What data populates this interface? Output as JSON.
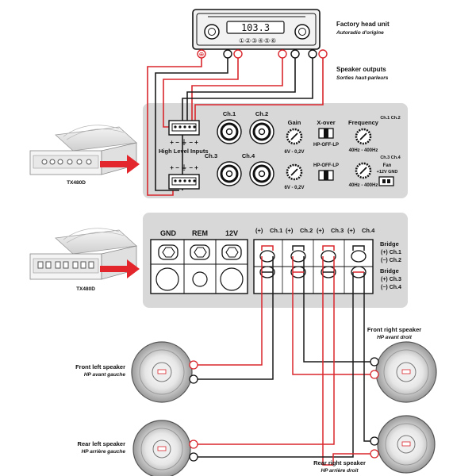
{
  "head_unit": {
    "title": "Factory head unit",
    "subtitle": "Autoradio d'origine",
    "display": "103.3",
    "presets": [
      "①",
      "②",
      "③",
      "④",
      "⑤",
      "⑥"
    ]
  },
  "speaker_outputs": {
    "title": "Speaker outputs",
    "subtitle": "Sorties haut-parleurs"
  },
  "amp_model": "TX480D",
  "top_panel": {
    "high_level_inputs": "High Level Inputs",
    "polarity": "+ − ⏚ − +",
    "ch1": "Ch.1",
    "ch2": "Ch.2",
    "ch3": "Ch.3",
    "ch4": "Ch.4",
    "gain": "Gain",
    "gain_range_1": "6V - 0,2V",
    "gain_range_2": "6V - 0,2V",
    "xover": "X-over",
    "xover_modes_1": "HP-OFF-LP",
    "xover_modes_2": "HP-OFF-LP",
    "frequency": "Frequency",
    "freq_range_1": "40Hz - 400Hz",
    "freq_range_2": "40Hz - 400Hz",
    "group_12": "Ch.1 Ch.2",
    "group_34": "Ch.3 Ch.4",
    "fan": "Fan",
    "fan_spec": "+12V  GND"
  },
  "bottom_panel": {
    "gnd": "GND",
    "rem": "REM",
    "v12": "12V",
    "plus": "(+)",
    "minus": "(−)",
    "ch1": "Ch.1",
    "ch2": "Ch.2",
    "ch3": "Ch.3",
    "ch4": "Ch.4",
    "bridge": "Bridge",
    "bridge1_plus": "(+) Ch.1",
    "bridge1_minus": "(−) Ch.2",
    "bridge2_plus": "(+) Ch.3",
    "bridge2_minus": "(−) Ch.4"
  },
  "speakers": {
    "front_left": "Front left speaker",
    "front_left_fr": "HP avant gauche",
    "front_right": "Front right speaker",
    "front_right_fr": "HP avant droit",
    "rear_left": "Rear left speaker",
    "rear_left_fr": "HP arrière gauche",
    "rear_right": "Rear right speaker",
    "rear_right_fr": "HP arrière droit"
  },
  "colors": {
    "wire_red": "#d9262c",
    "wire_black": "#1a1a1a",
    "panel": "#d8d8d8",
    "arrow": "#e2262b"
  }
}
